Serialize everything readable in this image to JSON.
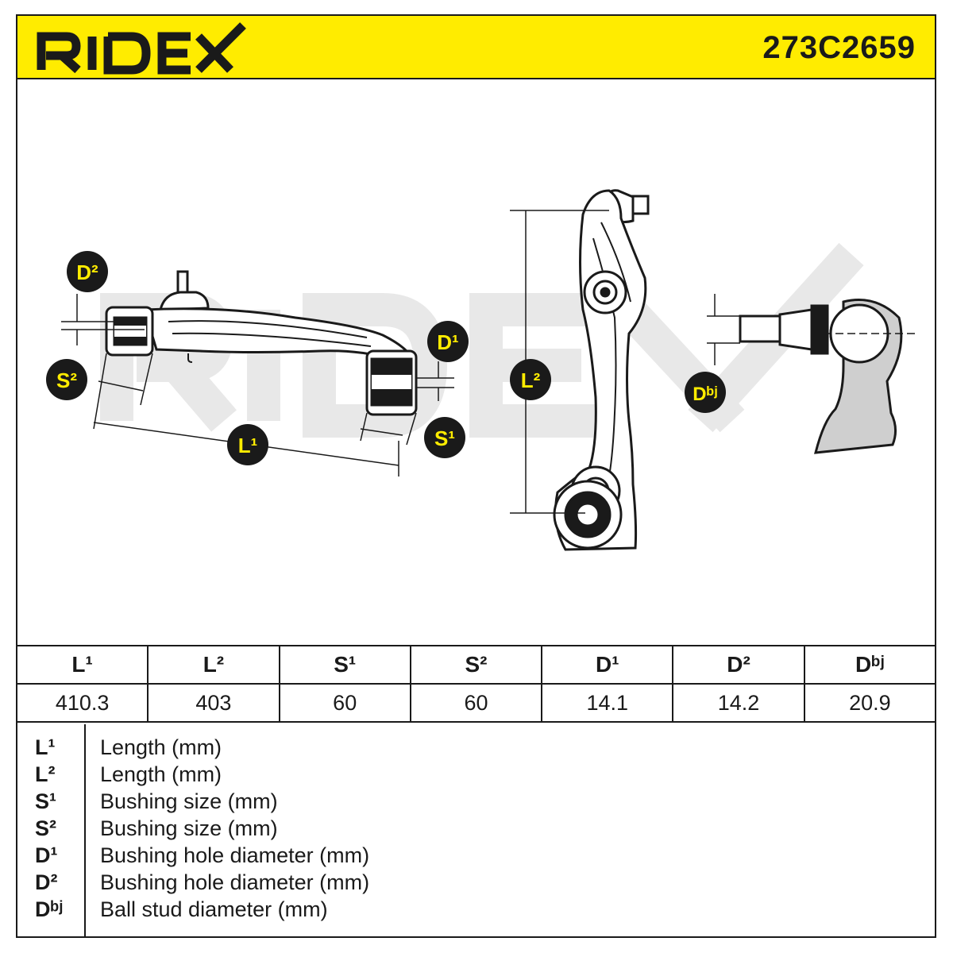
{
  "header": {
    "brand": "RIDEX",
    "part_number": "273C2659"
  },
  "colors": {
    "header_bg": "#ffec00",
    "badge_bg": "#ffec00",
    "ink": "#1a1a1a",
    "watermark": "#e6e6e6"
  },
  "labels": {
    "D2": "D²",
    "D1": "D¹",
    "S2": "S²",
    "S1": "S¹",
    "L1": "L¹",
    "L2": "L²",
    "Dbj": "Dᵇʲ"
  },
  "table": {
    "headers": [
      "L¹",
      "L²",
      "S¹",
      "S²",
      "D¹",
      "D²",
      "Dᵇʲ"
    ],
    "values": [
      "410.3",
      "403",
      "60",
      "60",
      "14.1",
      "14.2",
      "20.9"
    ]
  },
  "legend": [
    {
      "symbol": "L¹",
      "desc": "Length (mm)"
    },
    {
      "symbol": "L²",
      "desc": "Length (mm)"
    },
    {
      "symbol": "S¹",
      "desc": "Bushing size (mm)"
    },
    {
      "symbol": "S²",
      "desc": "Bushing size (mm)"
    },
    {
      "symbol": "D¹",
      "desc": "Bushing hole diameter (mm)"
    },
    {
      "symbol": "D²",
      "desc": "Bushing hole diameter (mm)"
    },
    {
      "symbol": "Dᵇʲ",
      "desc": "Ball stud diameter (mm)"
    }
  ]
}
